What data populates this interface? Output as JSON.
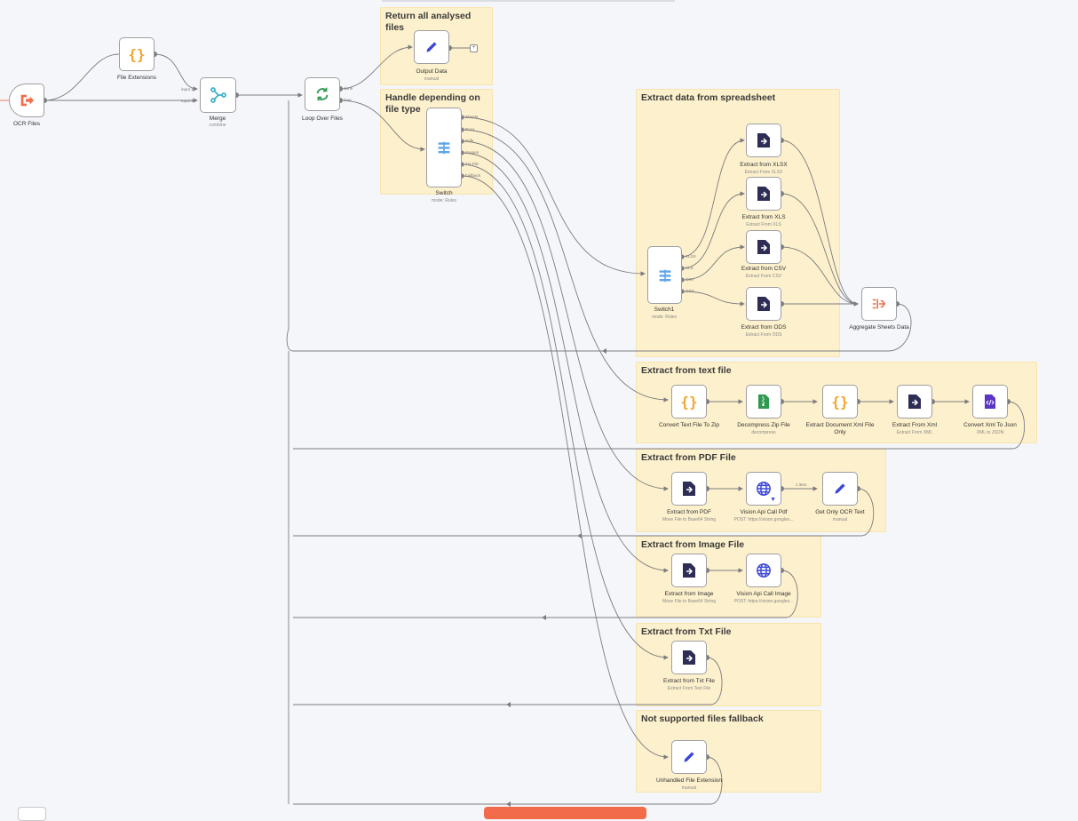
{
  "canvas": {
    "background": "#f5f6fa",
    "sticky_color": "#fdf0cc",
    "node_border": "#9e9ea3",
    "wire_color": "#7c7c80"
  },
  "stickies": {
    "return_files": "Return all analysed files",
    "handle_type": "Handle depending on file type",
    "extract_spreadsheet": "Extract data from spreadsheet",
    "extract_text": "Extract from text file",
    "extract_pdf": "Extract from PDF File",
    "extract_image": "Extract from Image File",
    "extract_txt": "Extract from Txt File",
    "not_supported": "Not supported files fallback"
  },
  "nodes": {
    "ocr_files": {
      "label": "OCR Files",
      "icon": "sign-out-icon",
      "color": "#f26b4a"
    },
    "file_extensions": {
      "label": "File Extensions",
      "icon": "braces-icon",
      "color": "#f0a42b"
    },
    "merge": {
      "label": "Merge",
      "sub": "combine",
      "icon": "merge-icon",
      "color": "#3fb1c9",
      "in1": "input 1",
      "in2": "input 2"
    },
    "loop": {
      "label": "Loop Over Files",
      "icon": "loop-icon",
      "color": "#3a9e5c",
      "out_done": "done",
      "out_loop": "loop"
    },
    "output_data": {
      "label": "Output Data",
      "sub": "manual",
      "icon": "pencil-icon",
      "color": "#3b46d6"
    },
    "switch": {
      "label": "Switch",
      "sub": "mode: Rules",
      "icon": "switch-icon",
      "color": "#5ea6e8",
      "outputs": [
        "Sheets",
        "Docx",
        "Pdfs",
        "Images",
        "Txt File",
        "Fallback"
      ]
    },
    "switch1": {
      "label": "Switch1",
      "sub": "mode: Rules",
      "icon": "switch-icon",
      "color": "#5ea6e8",
      "outputs": [
        "XLSX",
        "XLS",
        "CSV",
        "ODS"
      ]
    },
    "extract_xlsx": {
      "label": "Extract from XLSX",
      "sub": "Extract From XLSX",
      "icon": "extract-icon"
    },
    "extract_xls": {
      "label": "Extract from XLS",
      "sub": "Extract From XLS",
      "icon": "extract-icon"
    },
    "extract_csv": {
      "label": "Extract from CSV",
      "sub": "Extract From CSV",
      "icon": "extract-icon"
    },
    "extract_ods": {
      "label": "Extract from ODS",
      "sub": "Extract From ODS",
      "icon": "extract-icon"
    },
    "aggregate": {
      "label": "Aggregate Sheets Data",
      "icon": "aggregate-icon",
      "color": "#f26b4a"
    },
    "text_zip": {
      "label": "Convert Text File To Zip",
      "icon": "braces-icon",
      "color": "#f0a42b"
    },
    "decompress": {
      "label": "Decompress Zip File",
      "sub": "decompress",
      "icon": "zip-icon",
      "color": "#2f9a4f"
    },
    "doc_xml": {
      "label": "Extract Document Xml File Only",
      "icon": "braces-icon",
      "color": "#f0a42b"
    },
    "extract_xml": {
      "label": "Extract From Xml",
      "sub": "Extract From XML",
      "icon": "extract-icon"
    },
    "xml_json": {
      "label": "Convert Xml To Json",
      "sub": "XML to JSON",
      "icon": "code-file-icon",
      "color": "#5b36c6"
    },
    "extract_pdf": {
      "label": "Extract from PDF",
      "sub": "Move File to Base64 String",
      "icon": "extract-icon"
    },
    "vision_pdf": {
      "label": "Vision Api Call Pdf",
      "sub": "POST: https://vision.googles...",
      "icon": "globe-icon",
      "color": "#3b46d6",
      "pin": "1 item"
    },
    "ocr_text": {
      "label": "Get Only OCR Text",
      "sub": "manual",
      "icon": "pencil-icon",
      "color": "#3b46d6"
    },
    "extract_image": {
      "label": "Extract from Image",
      "sub": "Move File to Base64 String",
      "icon": "extract-icon"
    },
    "vision_image": {
      "label": "Vision Api Call Image",
      "sub": "POST: https://vision.googles...",
      "icon": "globe-icon",
      "color": "#3b46d6"
    },
    "extract_txt": {
      "label": "Extract from Txt File",
      "sub": "Extract From Text File",
      "icon": "extract-icon"
    },
    "unhandled": {
      "label": "Unhandled File Extension",
      "sub": "manual",
      "icon": "pencil-icon",
      "color": "#3b46d6"
    }
  }
}
